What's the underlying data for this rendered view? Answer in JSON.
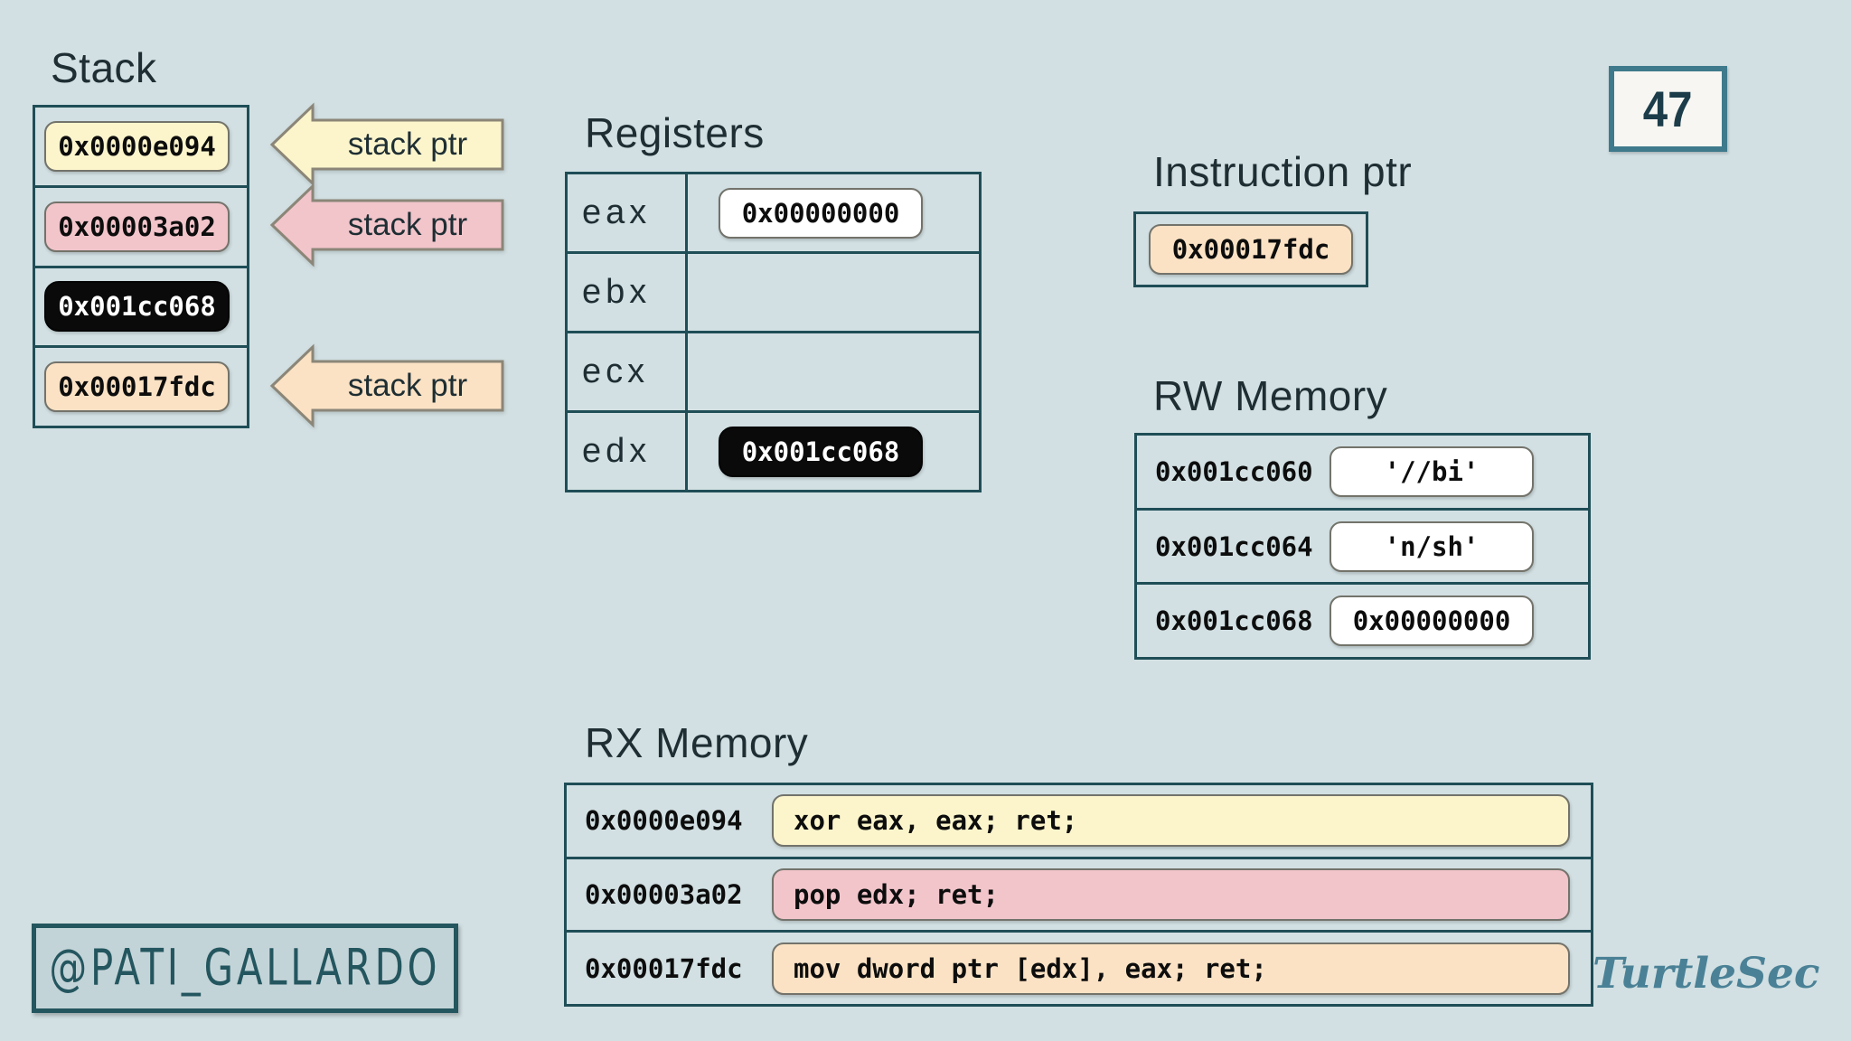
{
  "colors": {
    "bg": "#d2e0e3",
    "panel_border": "#1f4e57",
    "yellow": "#fcf5cc",
    "pink": "#f2c5cb",
    "peach": "#fbe2c4",
    "white": "#ffffff",
    "black": "#0a0a0a",
    "chip_border": "#73736b",
    "arrow_border": "#8b8678",
    "title_text": "#1e2e33",
    "mono_text": "#0d0d0d",
    "badge_border": "#3f7a8c",
    "badge_bg": "#f7f6f2",
    "badge_text": "#1c3c4a",
    "handle_teal": "#24565f",
    "handle_bg": "#c3d4d8",
    "script_teal": "#4a8196"
  },
  "slide_number": "47",
  "stack": {
    "title": "Stack",
    "rows": [
      {
        "value": "0x0000e094",
        "color": "yellow"
      },
      {
        "value": "0x00003a02",
        "color": "pink"
      },
      {
        "value": "0x001cc068",
        "color": "black"
      },
      {
        "value": "0x00017fdc",
        "color": "peach"
      }
    ],
    "arrows": [
      {
        "label": "stack ptr",
        "color": "yellow",
        "points_to_row": 0
      },
      {
        "label": "stack ptr",
        "color": "pink",
        "points_to_row": 1
      },
      {
        "label": "stack ptr",
        "color": "peach",
        "points_to_row": 3
      }
    ]
  },
  "registers": {
    "title": "Registers",
    "rows": [
      {
        "name": "eax",
        "value": "0x00000000",
        "style": "white"
      },
      {
        "name": "ebx",
        "value": ""
      },
      {
        "name": "ecx",
        "value": ""
      },
      {
        "name": "edx",
        "value": "0x001cc068",
        "style": "black"
      }
    ]
  },
  "instruction_ptr": {
    "title": "Instruction ptr",
    "value": "0x00017fdc",
    "style": "peach"
  },
  "rw_memory": {
    "title": "RW Memory",
    "rows": [
      {
        "address": "0x001cc060",
        "value": "'//bi'"
      },
      {
        "address": "0x001cc064",
        "value": "'n/sh'"
      },
      {
        "address": "0x001cc068",
        "value": "0x00000000"
      }
    ]
  },
  "rx_memory": {
    "title": "RX Memory",
    "rows": [
      {
        "address": "0x0000e094",
        "value": "xor eax, eax; ret;",
        "color": "yellow"
      },
      {
        "address": "0x00003a02",
        "value": "pop edx; ret;",
        "color": "pink"
      },
      {
        "address": "0x00017fdc",
        "value": "mov dword ptr [edx], eax; ret;",
        "color": "peach"
      }
    ]
  },
  "footer": {
    "handle": "@PATI_GALLARDO",
    "brand": "TurtleSec"
  }
}
